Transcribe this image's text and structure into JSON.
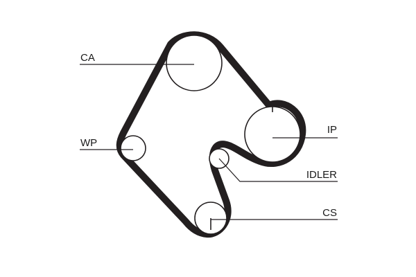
{
  "diagram": {
    "colors": {
      "belt": "#231f20",
      "line": "#231f20",
      "background": "#ffffff"
    },
    "labels": {
      "ca": "CA",
      "wp": "WP",
      "ip": "IP",
      "idler": "IDLER",
      "cs": "CS"
    }
  }
}
